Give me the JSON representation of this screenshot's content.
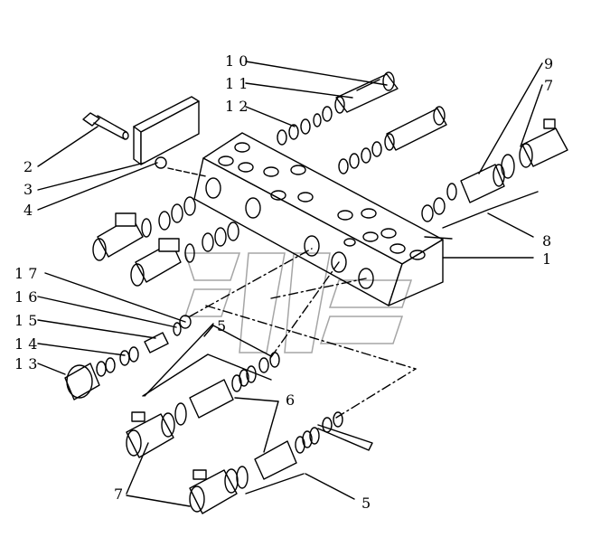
{
  "labels": {
    "l1": "1",
    "l2": "2",
    "l3": "3",
    "l4": "4",
    "l5a": "5",
    "l5b": "5",
    "l6": "6",
    "l7a": "7",
    "l7b": "7",
    "l8": "8",
    "l9": "9",
    "l10": "1 0",
    "l11": "1 1",
    "l12": "1 2",
    "l13": "1 3",
    "l14": "1 4",
    "l15": "1 5",
    "l16": "1 6",
    "l17": "1 7"
  },
  "colors": {
    "line": "#000000",
    "background": "#ffffff",
    "watermark": "#9a9a9a"
  }
}
